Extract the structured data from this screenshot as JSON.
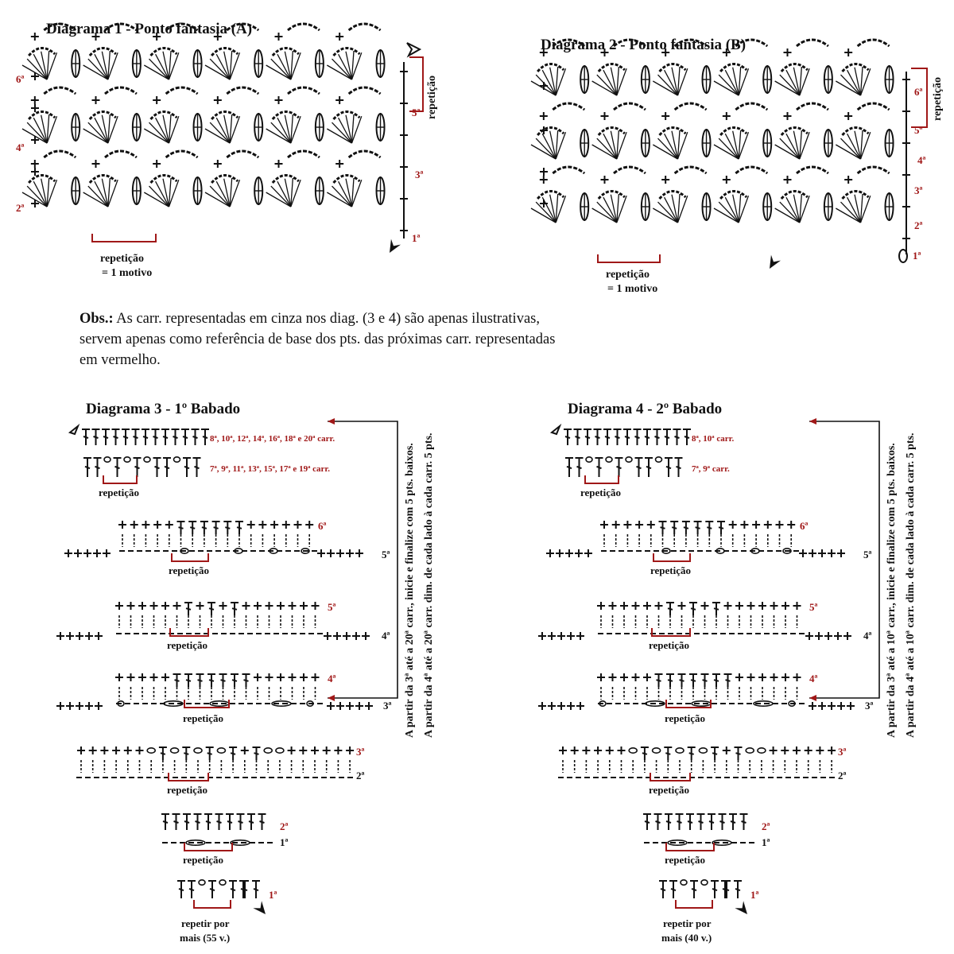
{
  "diagram1": {
    "title": "Diagrama 1 - Ponto fantasia (A)",
    "rows": [
      "6ª",
      "5ª",
      "4ª",
      "3ª",
      "2ª",
      "1ª"
    ],
    "repeat_side": "repetição",
    "repeat_bottom": "repetição",
    "motif": "= 1 motivo"
  },
  "diagram2": {
    "title": "Diagrama 2 - Ponto fantasia (B)",
    "rows": [
      "6ª",
      "5ª",
      "4ª",
      "3ª",
      "2ª",
      "1ª"
    ],
    "repeat_side": "repetição",
    "repeat_bottom": "repetição",
    "motif": "= 1 motivo"
  },
  "obs": {
    "lead": "Obs.:",
    "text": " As carr. representadas em cinza  nos diag. (3 e 4) são apenas ilustrativas, servem apenas como referência de base dos pts. das próximas carr. representadas em vermelho."
  },
  "diagram3": {
    "title": "Diagrama 3 - 1º Babado",
    "even_rows": "8ª, 10ª, 12ª, 14ª, 16ª, 18ª e 20ª carr.",
    "odd_rows": "7ª, 9ª, 11ª, 13ª, 15ª, 17ª e 19ª carr.",
    "repeat": "repetição",
    "r6": "6ª",
    "r5": "5ª",
    "r4": "4ª",
    "r3": "3ª",
    "r2": "2ª",
    "r1": "1ª",
    "repeat_more": "repetir por",
    "repeat_count": "mais (55 v.)",
    "side_note_1": "A partir da 3ª até a 20ª carr., inicie e finalize  com 5 pts. baixos.",
    "side_note_2": "A partir da 4ª  até a 20ª carr. dim. de cada lado  à cada carr. 5 pts."
  },
  "diagram4": {
    "title": "Diagrama 4 - 2º Babado",
    "even_rows": "8ª, 10ª carr.",
    "odd_rows": "7ª, 9ª carr.",
    "repeat": "repetição",
    "r6": "6ª",
    "r5": "5ª",
    "r4": "4ª",
    "r3": "3ª",
    "r2": "2ª",
    "r1": "1ª",
    "repeat_more": "repetir por",
    "repeat_count": "mais (40 v.)",
    "side_note_1": "A partir da 3ª até a 10ª carr., inicie e finalize  com 5 pts. baixos.",
    "side_note_2": "A partir da 4ª  até a 10ª carr. dim. de cada lado  à cada carr. 5 pts."
  },
  "colors": {
    "red": "#a01818",
    "ink": "#111111"
  }
}
